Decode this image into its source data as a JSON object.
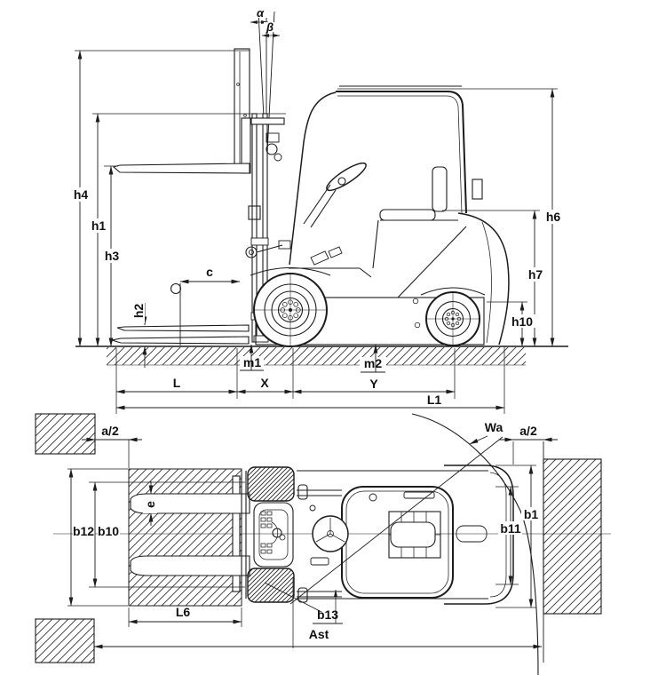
{
  "diagram": {
    "type": "forklift-dimension-drawing",
    "colors": {
      "ink": "#1c1c1c",
      "background": "#ffffff"
    },
    "labels": {
      "alpha": "α",
      "beta": "β",
      "h1": "h1",
      "h2": "h2",
      "h3": "h3",
      "h4": "h4",
      "h6": "h6",
      "h7": "h7",
      "h10": "h10",
      "c": "c",
      "m1": "m1",
      "m2": "m2",
      "L": "L",
      "X": "X",
      "Y": "Y",
      "L1": "L1",
      "a2_left": "a/2",
      "a2_right": "a/2",
      "wa": "Wa",
      "e": "e",
      "b1": "b1",
      "b10": "b10",
      "b11": "b11",
      "b12": "b12",
      "b13": "b13",
      "L6": "L6",
      "ast": "Ast"
    }
  }
}
